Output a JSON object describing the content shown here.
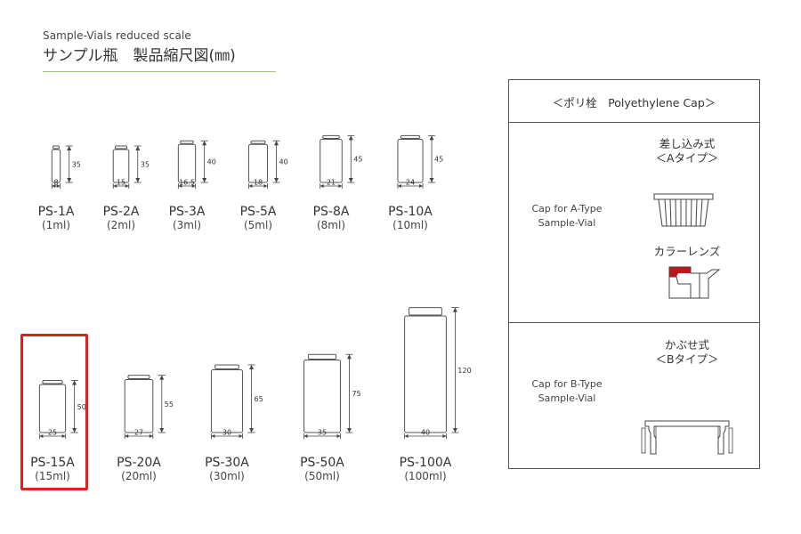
{
  "header": {
    "subtitle": "Sample-Vials reduced scale",
    "title": "サンプル瓶　製品縮尺図(㎜)"
  },
  "vials": [
    {
      "name": "PS-1A",
      "volume": "(1ml)",
      "diameter": "8",
      "height": "35"
    },
    {
      "name": "PS-2A",
      "volume": "(2ml)",
      "diameter": "15",
      "height": "35"
    },
    {
      "name": "PS-3A",
      "volume": "(3ml)",
      "diameter": "16.5",
      "height": "40"
    },
    {
      "name": "PS-5A",
      "volume": "(5ml)",
      "diameter": "18",
      "height": "40"
    },
    {
      "name": "PS-8A",
      "volume": "(8ml)",
      "diameter": "21",
      "height": "45"
    },
    {
      "name": "PS-10A",
      "volume": "(10ml)",
      "diameter": "24",
      "height": "45"
    },
    {
      "name": "PS-15A",
      "volume": "(15ml)",
      "diameter": "25",
      "height": "50"
    },
    {
      "name": "PS-20A",
      "volume": "(20ml)",
      "diameter": "27",
      "height": "55"
    },
    {
      "name": "PS-30A",
      "volume": "(30ml)",
      "diameter": "30",
      "height": "65"
    },
    {
      "name": "PS-50A",
      "volume": "(50ml)",
      "diameter": "35",
      "height": "75"
    },
    {
      "name": "PS-100A",
      "volume": "(100ml)",
      "diameter": "40",
      "height": "120"
    }
  ],
  "highlighted_vial": "PS-15A",
  "highlight_color": "#e02020",
  "cap_panel": {
    "header": "＜ポリ栓　Polyethylene Cap＞",
    "typeA": {
      "title_line1": "差し込み式",
      "title_line2": "＜Aタイプ＞",
      "desc_line1": "Cap for A-Type",
      "desc_line2": "Sample-Vial",
      "color_lens": "カラーレンズ",
      "lens_color": "#c0141c"
    },
    "typeB": {
      "title_line1": "かぶせ式",
      "title_line2": "＜Bタイプ＞",
      "desc_line1": "Cap for B-Type",
      "desc_line2": "Sample-Vial"
    }
  }
}
